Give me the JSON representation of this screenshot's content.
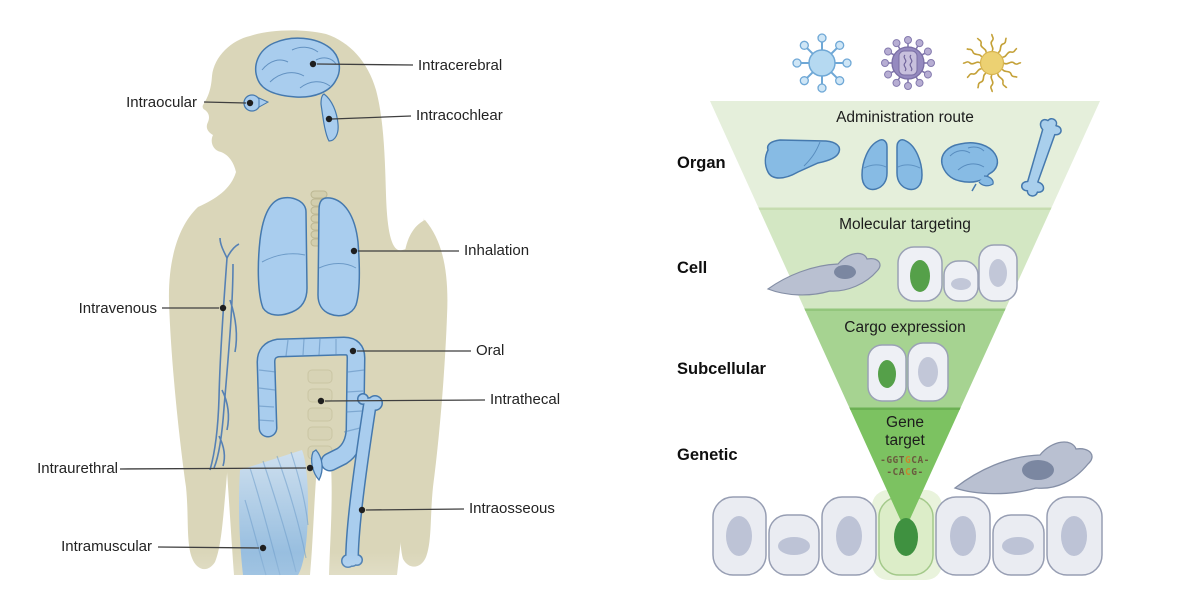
{
  "left_panel": {
    "administration_labels": [
      {
        "text": "Intracerebral"
      },
      {
        "text": "Intraocular"
      },
      {
        "text": "Intracochlear"
      },
      {
        "text": "Inhalation"
      },
      {
        "text": "Intravenous"
      },
      {
        "text": "Oral"
      },
      {
        "text": "Intrathecal"
      },
      {
        "text": "Intraurethral"
      },
      {
        "text": "Intraosseous"
      },
      {
        "text": "Intramuscular"
      }
    ],
    "colors": {
      "body_silhouette": "#dad6b9",
      "organ_blue": "#a9cdee",
      "organ_outline": "#4579ae"
    }
  },
  "right_panel": {
    "category_labels": [
      {
        "text": "Organ"
      },
      {
        "text": "Cell"
      },
      {
        "text": "Subcellular"
      },
      {
        "text": "Genetic"
      }
    ],
    "funnel_levels": [
      {
        "label": "Administration route"
      },
      {
        "label": "Molecular targeting"
      },
      {
        "label": "Cargo expression"
      },
      {
        "label": "Gene target"
      }
    ],
    "gene_sequence": {
      "line1_pre": "-GGT",
      "line1_highlight": "G",
      "line1_post": "CA-",
      "line2_pre": "-CA",
      "line2_highlight": "C",
      "line2_post": "G-"
    },
    "vector_icons": [
      {
        "name": "aav-vector-icon",
        "color": "#b5d9f1"
      },
      {
        "name": "enveloped-virus-vector-icon",
        "color": "#958abf"
      },
      {
        "name": "nanoparticle-vector-icon",
        "color": "#ecd172"
      }
    ],
    "colors": {
      "funnel_band_1": "#e5efdb",
      "funnel_band_2": "#d3e7c3",
      "funnel_band_3": "#a6d391",
      "funnel_band_4": "#7cc261",
      "target_green": "#3f9140",
      "cell_gray": "#eaecf2"
    }
  }
}
